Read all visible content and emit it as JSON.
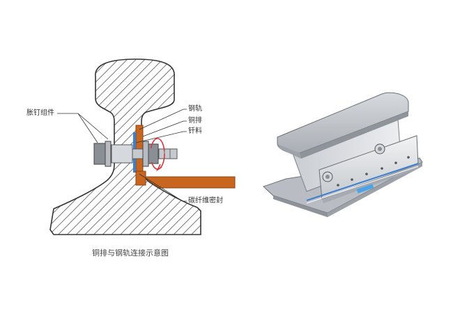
{
  "diagram": {
    "labels": {
      "bolt_assembly": "胀钉组件",
      "steel_rail": "钢轨",
      "copper_bar": "铜排",
      "solder": "钎料",
      "carbon_fiber_seal": "碳纤维密封"
    },
    "caption": "铜排与钢轨连接示意图"
  },
  "colors": {
    "copper": "#c8651e",
    "rail_outline": "#333333",
    "hatch": "#555555",
    "bolt": "#8a8f96",
    "seal_blue": "#3b7fd0",
    "arrow_red": "#d9343a"
  }
}
